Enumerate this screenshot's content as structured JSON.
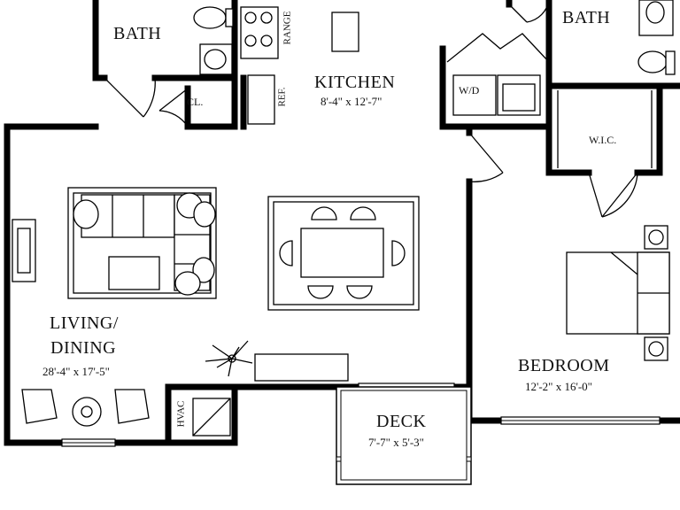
{
  "rooms": {
    "bath_left": {
      "name": "BATH"
    },
    "bath_right": {
      "name": "BATH"
    },
    "kitchen": {
      "name": "KITCHEN",
      "dims": "8'-4\" x 12'-7\""
    },
    "closet": {
      "name": "CL."
    },
    "laundry": {
      "name": "W/D"
    },
    "wic": {
      "name": "W.I.C."
    },
    "living": {
      "name_line1": "LIVING/",
      "name_line2": "DINING",
      "dims": "28'-4\" x 17'-5\""
    },
    "bedroom": {
      "name": "BEDROOM",
      "dims": "12'-2\" x 16'-0\""
    },
    "deck": {
      "name": "DECK",
      "dims": "7'-7\" x 5'-3\""
    },
    "hvac": {
      "name": "HVAC"
    }
  },
  "appliances": {
    "range": "RANGE",
    "fridge": "REF."
  }
}
